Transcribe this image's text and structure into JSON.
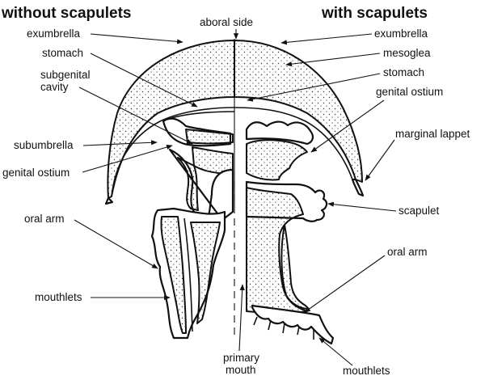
{
  "titles": {
    "left": "without scapulets",
    "right": "with scapulets"
  },
  "labels": {
    "aboral_side": "aboral side",
    "exumbrella_left": "exumbrella",
    "stomach_left": "stomach",
    "subgenital_cavity_line1": "subgenital",
    "subgenital_cavity_line2": "cavity",
    "subumbrella": "subumbrella",
    "genital_ostium_left": "genital ostium",
    "oral_arm_left": "oral arm",
    "mouthlets_left": "mouthlets",
    "primary_mouth_line1": "primary",
    "primary_mouth_line2": "mouth",
    "exumbrella_right": "exumbrella",
    "mesoglea": "mesoglea",
    "stomach_right": "stomach",
    "genital_ostium_right": "genital ostium",
    "marginal_lappet": "marginal lappet",
    "scapulet": "scapulet",
    "oral_arm_right": "oral arm",
    "mouthlets_right": "mouthlets"
  }
}
